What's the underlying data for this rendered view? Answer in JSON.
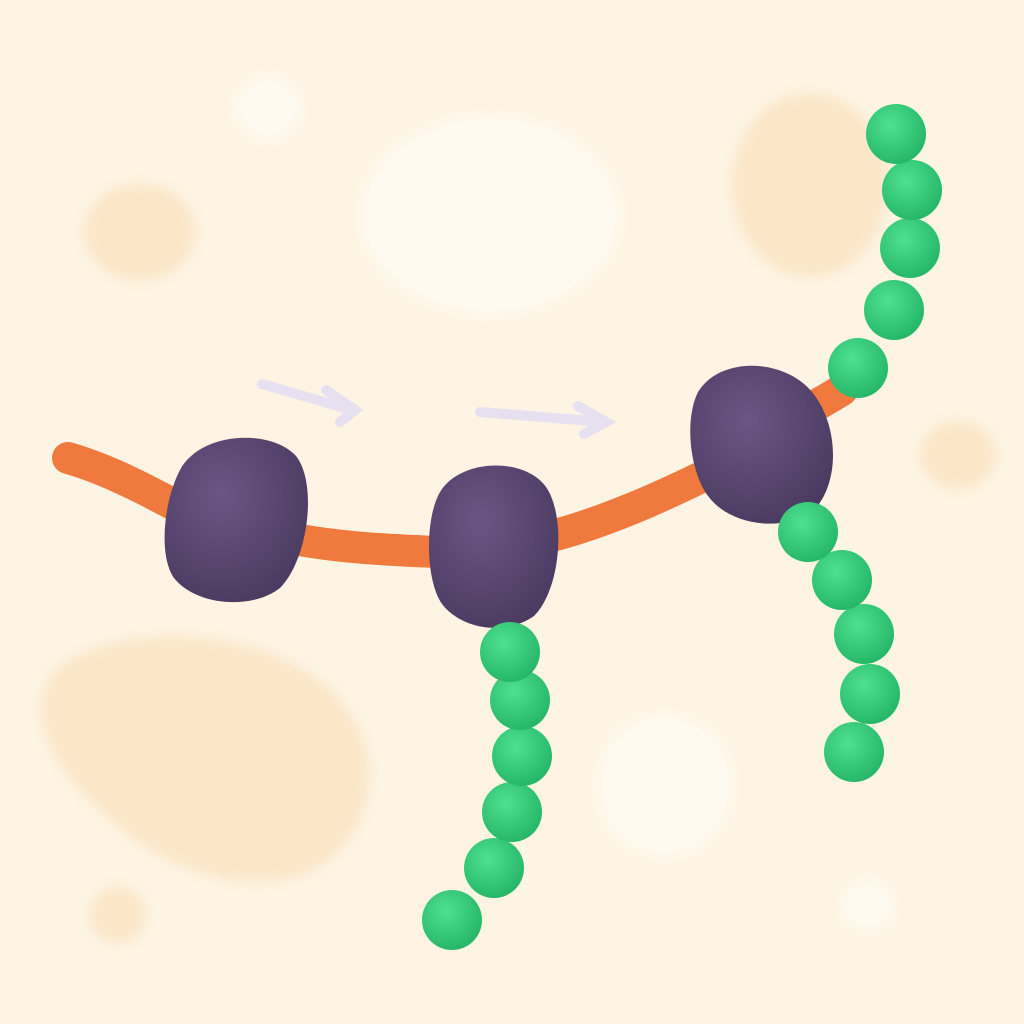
{
  "illustration": {
    "subject": "mrna-translation-polysome",
    "visible_text": []
  },
  "colors": {
    "background": "#fdf4e3",
    "background_blob_light": "#fffaf0",
    "background_blob_warm": "#fbe6c8",
    "mrna_strand": "#f07a3e",
    "ribosome": "#584670",
    "peptide_bead": "#2fcf7a",
    "direction_arrow": "#e9e4f2"
  },
  "icons": {
    "ribosome": "ribosome-icon",
    "peptide_bead": "amino-acid-bead-icon",
    "direction_arrow": "arrow-right-icon"
  },
  "counts": {
    "ribosomes": 3,
    "peptide_chains": 3,
    "direction_arrows": 2
  }
}
